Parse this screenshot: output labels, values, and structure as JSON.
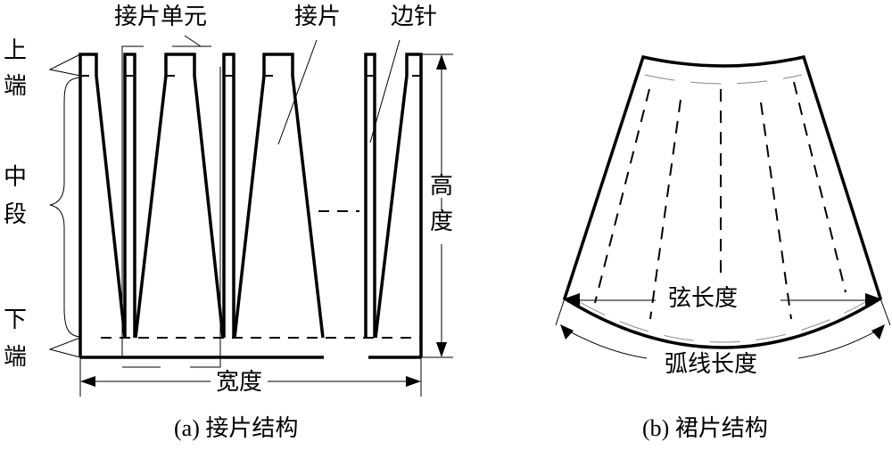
{
  "figure_a": {
    "caption": "(a) 接片结构",
    "labels": {
      "unit": "接片单元",
      "piece": "接片",
      "side_needle": "边针",
      "top_end_1": "上",
      "top_end_2": "端",
      "middle_1": "中",
      "middle_2": "段",
      "bottom_end_1": "下",
      "bottom_end_2": "端",
      "height_1": "高",
      "height_2": "度",
      "width": "宽度"
    }
  },
  "figure_b": {
    "caption": "(b) 裙片结构",
    "labels": {
      "chord_length": "弦长度",
      "arc_length": "弧线长度"
    }
  }
}
